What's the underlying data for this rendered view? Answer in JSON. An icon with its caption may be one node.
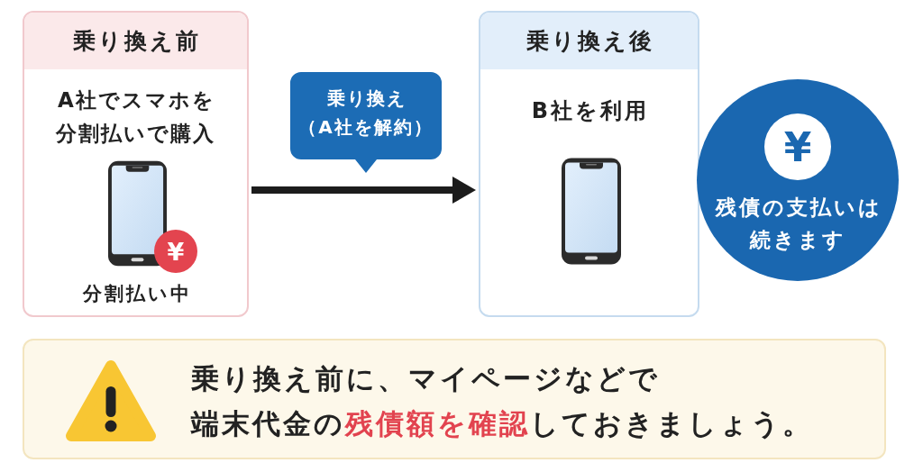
{
  "diagram": {
    "nodes": [
      {
        "text": [
          "乗り換え前",
          "A社でスマホを分割払いで購入",
          "分割払い中"
        ]
      },
      {
        "text": [
          "¥"
        ],
        "in": 0
      },
      {
        "text": [
          "乗り換え後",
          "B社を利用"
        ]
      },
      {
        "text": [
          "残債の支払いは続きます"
        ]
      },
      {
        "text": [
          "¥"
        ],
        "in": 3
      },
      {
        "text": [
          "乗り換え前に、マイページなどで端末代金の**残債額を確認**しておきましょう。"
        ]
      }
    ],
    "edges": [
      {
        "from": 0,
        "to": 2,
        "arrow": "to",
        "label": "乗り換え（A社を解約）"
      }
    ]
  }
}
